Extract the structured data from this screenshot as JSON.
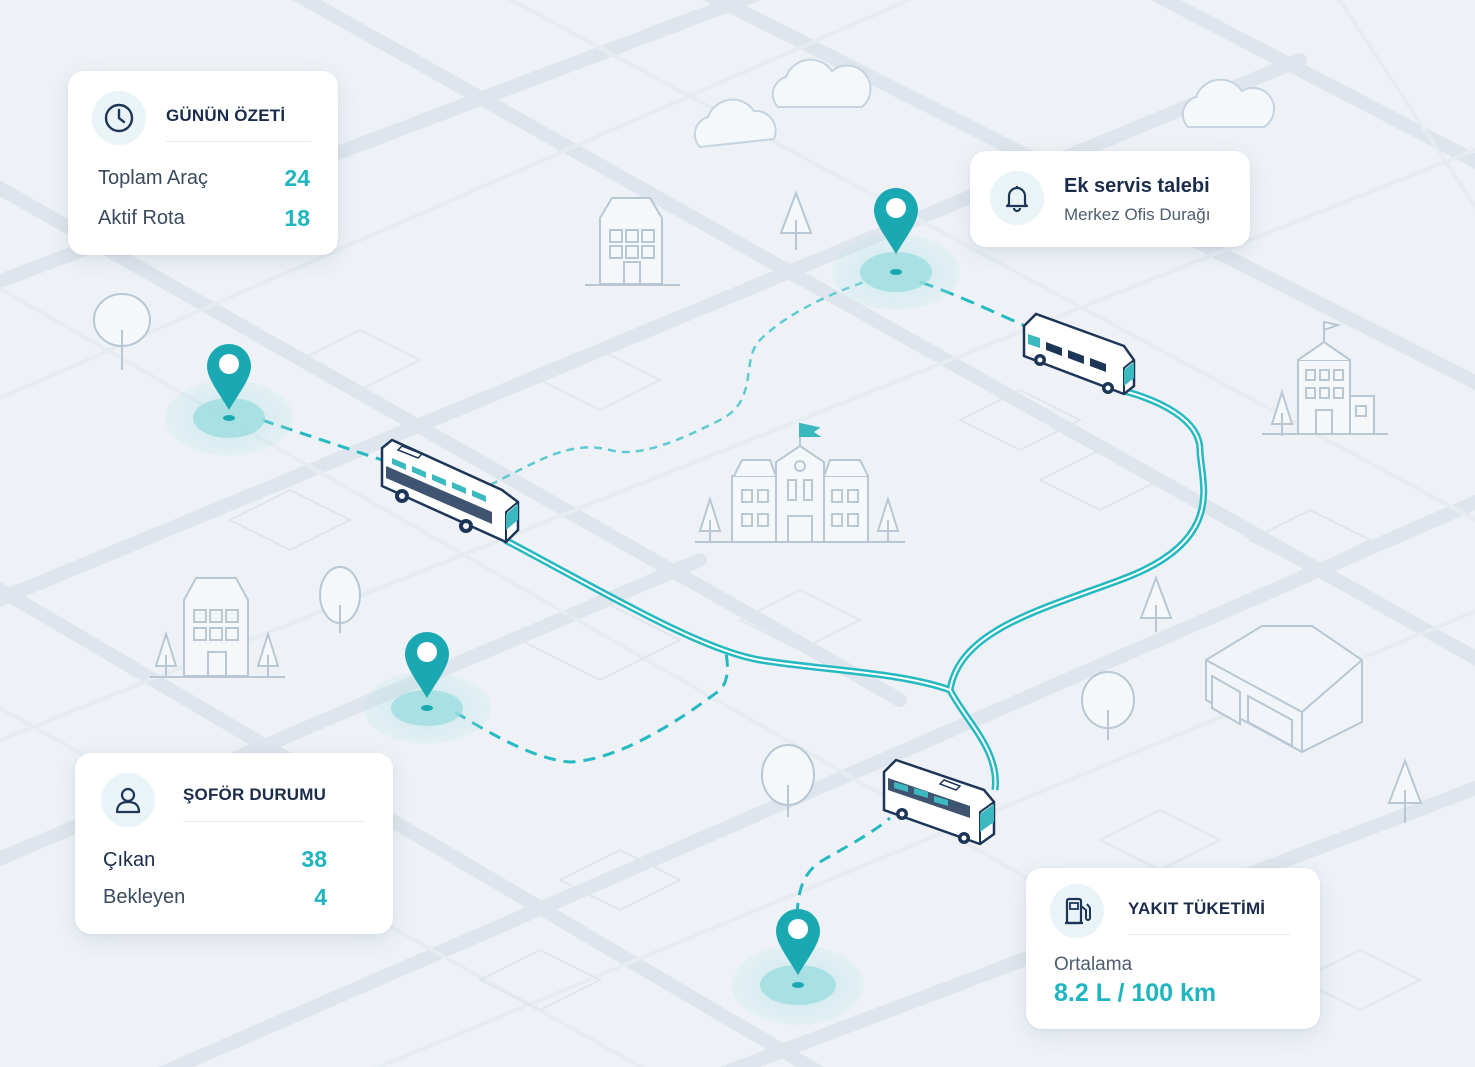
{
  "summary": {
    "title": "GÜNÜN ÖZETİ",
    "icon": "clock-icon",
    "rows": [
      {
        "label": "Toplam Araç",
        "value": "24"
      },
      {
        "label": "Aktif Rota",
        "value": "18"
      }
    ]
  },
  "notification": {
    "icon": "bell-icon",
    "title": "Ek servis talebi",
    "subtitle": "Merkez Ofis Durağı"
  },
  "driver_status": {
    "title": "ŞOFÖR DURUMU",
    "icon": "user-icon",
    "rows": [
      {
        "label": "Çıkan",
        "value": "38"
      },
      {
        "label": "Bekleyen",
        "value": "4"
      }
    ]
  },
  "fuel": {
    "title": "YAKIT TÜKETİMİ",
    "icon": "fuel-pump-icon",
    "label": "Ortalama",
    "value": "8.2 L / 100 km"
  },
  "colors": {
    "accent": "#1fb5bf",
    "route": "#25b9c1",
    "dark_text": "#1b2c4a",
    "background": "#eef2f6",
    "pin": "#1aa9b3"
  }
}
